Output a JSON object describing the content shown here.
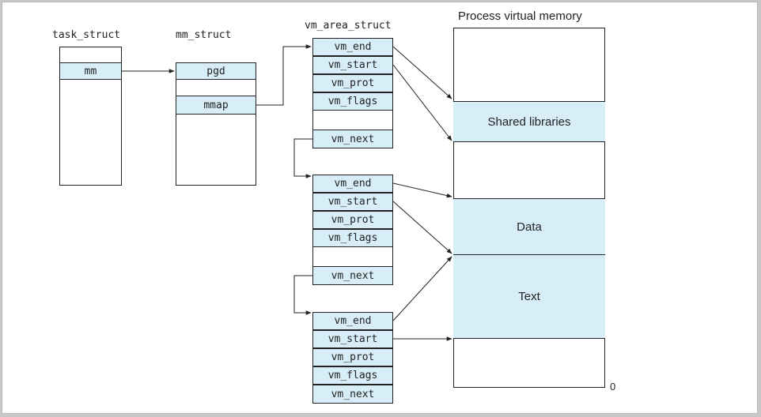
{
  "task_struct": {
    "title": "task_struct",
    "field": "mm"
  },
  "mm_struct": {
    "title": "mm_struct",
    "fields": [
      "pgd",
      "mmap"
    ]
  },
  "vm_area_struct": {
    "title": "vm_area_struct",
    "areas": [
      {
        "fields": [
          "vm_end",
          "vm_start",
          "vm_prot",
          "vm_flags",
          "vm_next"
        ]
      },
      {
        "fields": [
          "vm_end",
          "vm_start",
          "vm_prot",
          "vm_flags",
          "vm_next"
        ]
      },
      {
        "fields": [
          "vm_end",
          "vm_start",
          "vm_prot",
          "vm_flags",
          "vm_next"
        ]
      }
    ]
  },
  "memory": {
    "title": "Process virtual memory",
    "regions": [
      "Shared libraries",
      "Data",
      "Text"
    ],
    "bottom_label": "0"
  },
  "colors": {
    "cell_fill": "#d7eef8",
    "stroke": "#222222",
    "frame": "#c8c8c8"
  }
}
